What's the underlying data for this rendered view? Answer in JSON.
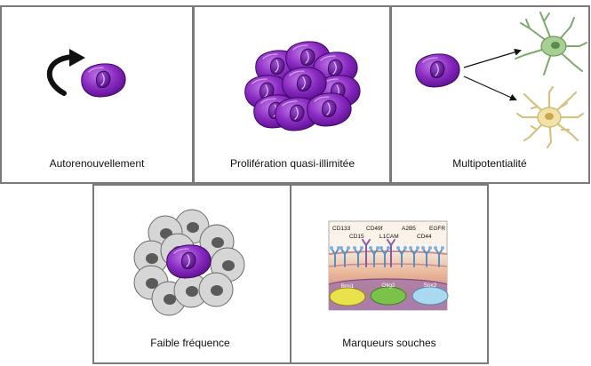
{
  "colors": {
    "cell_purple": "#7a1fb0",
    "cell_purple_light": "#b86ae0",
    "cell_purple_dark": "#4a0a78",
    "gray_cell": "#d3d3d3",
    "gray_nucleus": "#555555",
    "neuron_green": "#9cc48a",
    "astro_yellow": "#f0dfa6",
    "panel_border": "#7a7a7a",
    "arrow_black": "#111111"
  },
  "panels": [
    {
      "caption": "Autorenouvellement",
      "icon": "curved-arrow-icon"
    },
    {
      "caption": "Prolifération quasi-illimitée",
      "icon": "cell-cluster-icon"
    },
    {
      "caption": "Multipotentialité",
      "icon": "differentiation-icon"
    },
    {
      "caption": "Faible fréquence",
      "icon": "rare-cell-icon"
    },
    {
      "caption": "Marqueurs souches",
      "icon": "membrane-markers-icon"
    }
  ],
  "markers": {
    "surface_top": [
      "CD133",
      "CD49f",
      "A2B5",
      "EGFR"
    ],
    "surface_mid": [
      "CD15",
      "L1CAM",
      "CD44"
    ],
    "nuclear": [
      "Bmi1",
      "Olig2",
      "Sox2"
    ]
  }
}
